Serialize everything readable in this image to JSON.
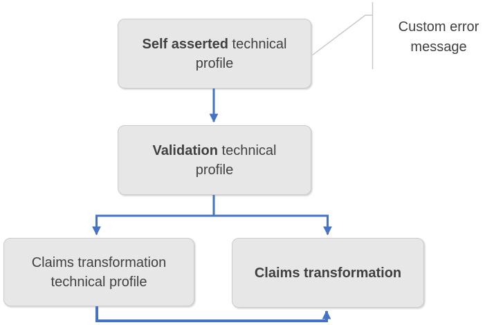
{
  "diagram": {
    "nodes": [
      {
        "id": "self-asserted-technical-profile",
        "label_bold": "Self asserted",
        "label_rest": " technical profile"
      },
      {
        "id": "validation-technical-profile",
        "label_bold": "Validation",
        "label_rest": " technical profile"
      },
      {
        "id": "claims-transformation-technical-profile",
        "label_bold": "",
        "label_rest": "Claims transformation technical profile"
      },
      {
        "id": "claims-transformation",
        "label_bold": "Claims transformation",
        "label_rest": ""
      }
    ],
    "edges": [
      {
        "from": "self-asserted-technical-profile",
        "to": "validation-technical-profile"
      },
      {
        "from": "validation-technical-profile",
        "to": "claims-transformation-technical-profile"
      },
      {
        "from": "validation-technical-profile",
        "to": "claims-transformation"
      },
      {
        "from": "claims-transformation-technical-profile",
        "to": "claims-transformation"
      }
    ],
    "callout": {
      "text": "Custom error message",
      "attached_to": "self-asserted-technical-profile"
    },
    "colors": {
      "arrow": "#4472C4",
      "node_fill": "#E8E7E7",
      "node_border": "#CBCBCB",
      "text": "#404040",
      "callout_line": "#C6C6C6",
      "background": "#FFFFFF"
    }
  }
}
